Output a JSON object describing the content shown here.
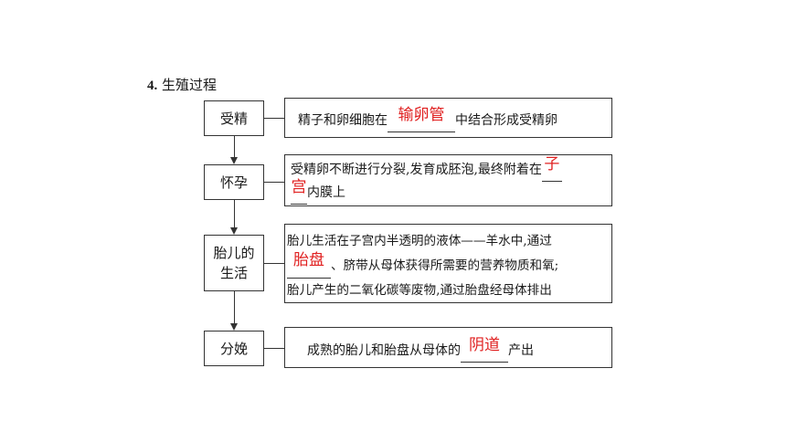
{
  "title": {
    "num": "4.",
    "text": "生殖过程"
  },
  "stages": [
    {
      "label": "受精"
    },
    {
      "label": "怀孕"
    },
    {
      "label_line1": "胎儿的",
      "label_line2": "生活"
    },
    {
      "label": "分娩"
    }
  ],
  "desc1": {
    "pre": "精子和卵细胞在",
    "answer": "输卵管",
    "post": "中结合形成受精卵"
  },
  "desc2": {
    "pre": "受精卵不断进行分裂,发育成胚泡,最终附着在",
    "answer_a": "子",
    "answer_b": "宫",
    "post": "内膜上"
  },
  "desc3": {
    "line1": "胎儿生活在子宫内半透明的液体——羊水中,通过",
    "answer": "胎盘",
    "line2_post": "、脐带从母体获得所需要的营养物质和氧;",
    "line3": "胎儿产生的二氧化碳等废物,通过胎盘经母体排出"
  },
  "desc4": {
    "pre": "成熟的胎儿和胎盘从母体的",
    "answer": "阴道",
    "post": "产出"
  }
}
